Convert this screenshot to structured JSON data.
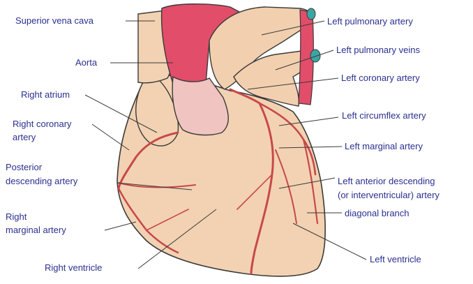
{
  "colors": {
    "label_text": "#2b2f8e",
    "myocardium": "#f2d2b2",
    "outline": "#3a3a3a",
    "aorta": "#e24d6a",
    "aorta_root": "#f0c4c0",
    "pulmonary_trunk": "#f2cfae",
    "vein_teal": "#3aa6a4",
    "coronary_artery": "#c8484a"
  },
  "labels": {
    "superior_vena_cava": "Superior vena cava",
    "aorta": "Aorta",
    "right_atrium": "Right atrium",
    "right_coronary_artery_1": "Right coronary",
    "right_coronary_artery_2": "artery",
    "posterior_descending_1": "Posterior",
    "posterior_descending_2": "descending artery",
    "right_marginal_1": "Right",
    "right_marginal_2": "marginal artery",
    "right_ventricle": "Right ventricle",
    "left_pulmonary_artery": "Left pulmonary artery",
    "left_pulmonary_veins": "Left pulmonary veins",
    "left_coronary_artery": "Left coronary artery",
    "left_circumflex_artery": "Left circumflex artery",
    "left_marginal_artery": "Left marginal artery",
    "left_anterior_descending_1": "Left anterior descending",
    "left_anterior_descending_2": "(or interventricular) artery",
    "diagonal_branch": "diagonal branch",
    "left_ventricle": "Left ventricle"
  }
}
